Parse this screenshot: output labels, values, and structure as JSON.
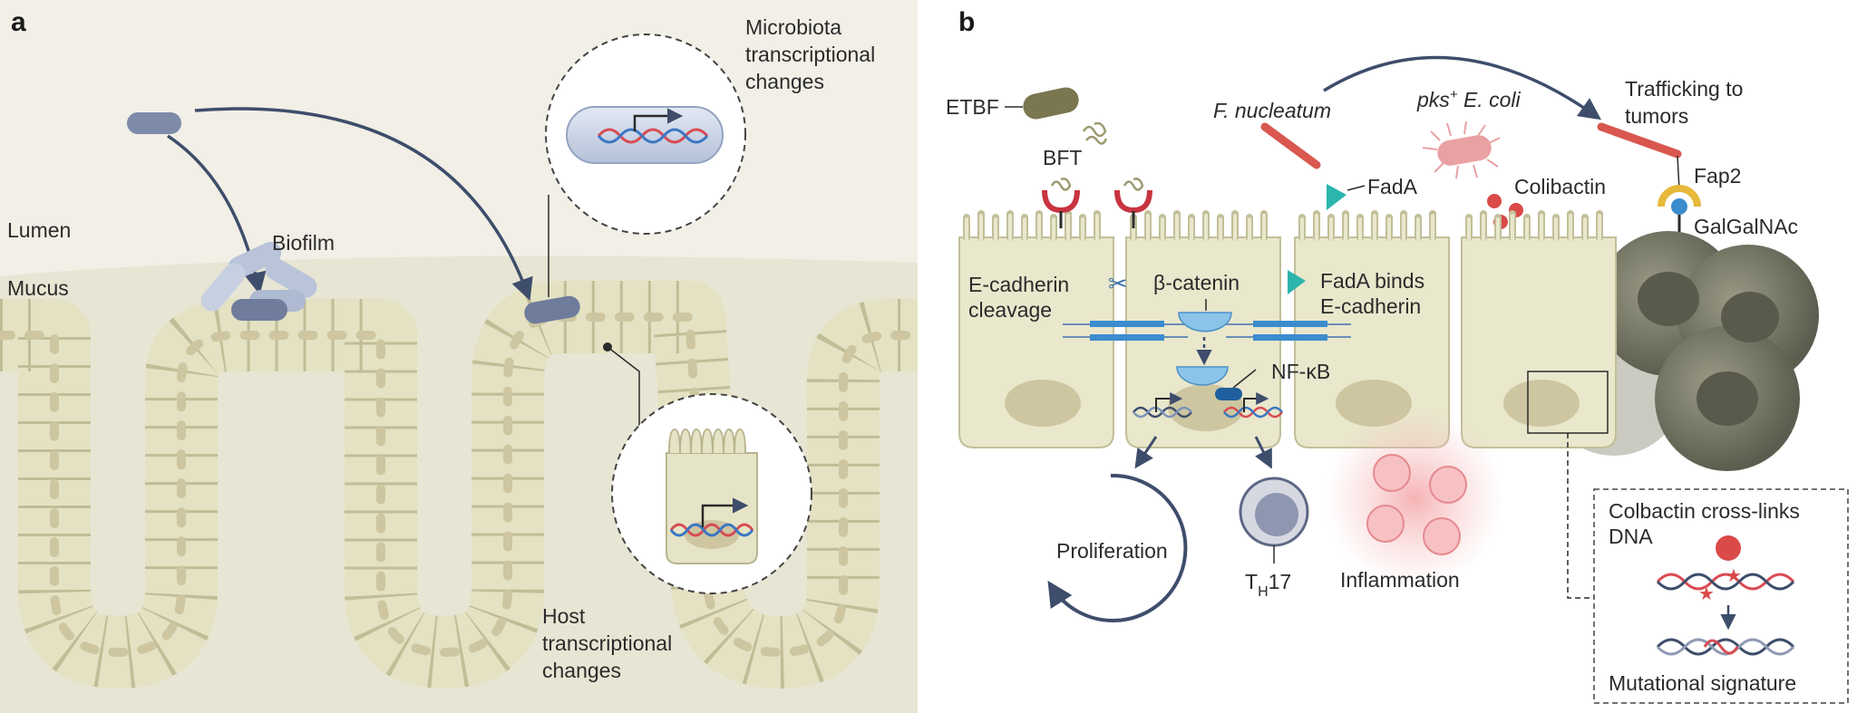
{
  "panel_a": {
    "letter": "a",
    "lumen": "Lumen",
    "mucus": "Mucus",
    "biofilm": "Biofilm",
    "microbiota": [
      "Microbiota",
      "transcriptional",
      "changes"
    ],
    "host": [
      "Host",
      "transcriptional",
      "changes"
    ]
  },
  "panel_b": {
    "letter": "b",
    "etbf": "ETBF",
    "bft": "BFT",
    "fnucleatum": "F. nucleatum",
    "pks": "pks",
    "pks_sup": "+",
    "ecoli": " E. coli",
    "trafficking": [
      "Trafficking to",
      "tumors"
    ],
    "fada": "FadA",
    "colibactin": "Colibactin",
    "fap2": "Fap2",
    "galgalnac": "GalGalNAc",
    "ecadherin_cleavage": [
      "E-cadherin",
      "cleavage"
    ],
    "beta_catenin": "β-catenin",
    "fada_binds": [
      "FadA binds",
      "E-cadherin"
    ],
    "nfkb": "NF-κB",
    "proliferation": "Proliferation",
    "th17_t": "T",
    "th17_sub": "H",
    "th17_num": "17",
    "inflammation": "Inflammation",
    "box_title": [
      "Colbactin cross-links",
      "DNA"
    ],
    "mutational": "Mutational signature"
  },
  "colors": {
    "panel_a_bg": "#f1efe6",
    "mucus": "#e8e6d5",
    "cell_fill": "#e6e4c6",
    "cell_stroke": "#b7b48e",
    "nucleus": "#cdc6a0",
    "bacterium": "#7d8aa8",
    "biofilm_light": "#b9c4da",
    "arrow": "#3e4d6b",
    "etbf": "#7a7650",
    "fnucleatum": "#d9574f",
    "ecoli": "#eaa1a4",
    "fada": "#2bb5ad",
    "colibactin": "#d94a48",
    "receptor": "#c8343f",
    "ecadherin": "#3b8ccf",
    "catenin": "#8cc3e8",
    "tumor": "#6f6f5f",
    "dna_red": "#d94b53",
    "dna_blue": "#3b76c2"
  }
}
